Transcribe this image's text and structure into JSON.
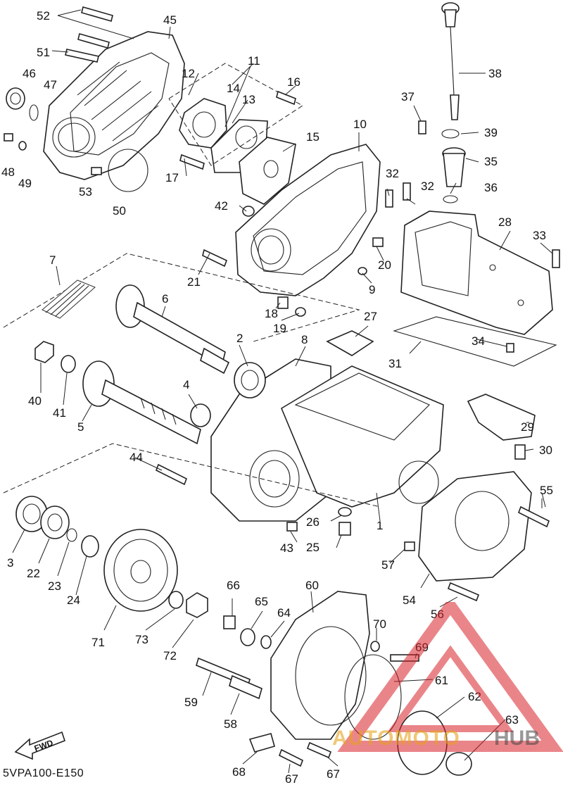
{
  "diagram": {
    "code": "5VPA100-E150",
    "fwd_label": "FWD",
    "watermark": {
      "brand_left": "AUTOMOTO",
      "brand_right": "HUB",
      "color_red": "#d8232a",
      "color_gold": "#e6a21a"
    },
    "callouts": [
      "1",
      "2",
      "3",
      "4",
      "5",
      "6",
      "7",
      "8",
      "9",
      "10",
      "11",
      "12",
      "13",
      "14",
      "15",
      "16",
      "17",
      "18",
      "19",
      "20",
      "21",
      "22",
      "23",
      "24",
      "25",
      "26",
      "27",
      "28",
      "29",
      "30",
      "31",
      "32",
      "33",
      "34",
      "35",
      "36",
      "37",
      "38",
      "39",
      "40",
      "41",
      "42",
      "43",
      "44",
      "45",
      "46",
      "47",
      "48",
      "49",
      "50",
      "51",
      "52",
      "53",
      "54",
      "55",
      "56",
      "57",
      "58",
      "59",
      "60",
      "61",
      "62",
      "63",
      "64",
      "65",
      "66",
      "67",
      "68",
      "69",
      "70",
      "71",
      "72",
      "73"
    ]
  }
}
